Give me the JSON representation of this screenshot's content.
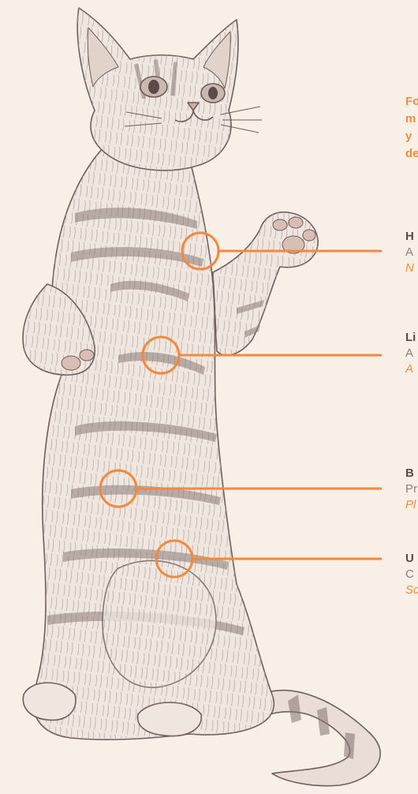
{
  "intro": {
    "lines": [
      "Fo",
      "m",
      "y",
      "de"
    ]
  },
  "accent_color": "#f3893c",
  "background_color": "#f8f0e6",
  "callouts": [
    {
      "title": "H",
      "desc": "A",
      "sci": "N"
    },
    {
      "title": "Li",
      "desc": "A",
      "sci": "A"
    },
    {
      "title": "B",
      "desc": "Pr",
      "sci": "Pl"
    },
    {
      "title": "U",
      "desc": "C",
      "sci": "Sc"
    }
  ],
  "illustration": {
    "subject": "sketched tabby kitten standing upright"
  }
}
